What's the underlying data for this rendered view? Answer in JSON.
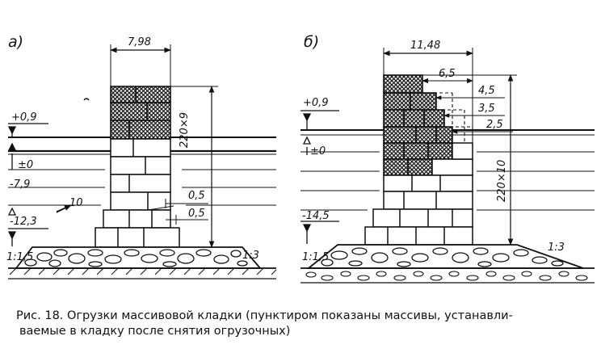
{
  "diagram_a": {
    "label": "а)",
    "width_top": "7,98",
    "height": "220×9",
    "offset_1": "0,5",
    "offset_2": "0,5",
    "level_top": "+0,9",
    "level_zero": "±0",
    "level_mid": "-7,9",
    "level_step": "10",
    "level_bottom": "-12,3",
    "slope_left": "1:1,5",
    "slope_right": "1:3"
  },
  "diagram_b": {
    "label": "б)",
    "width_top": "11,48",
    "width_inner": "6,5",
    "step_1": "4,5",
    "step_2": "3,5",
    "step_3": "2,5",
    "height": "220×10",
    "level_top": "+0,9",
    "level_zero": "±0",
    "level_bottom": "-14,5",
    "slope_left": "1:1,5",
    "slope_right": "1:3"
  },
  "caption": {
    "line1": "Рис. 18. Огрузки массивовой кладки (пунктиром показаны массивы, устанавли-",
    "line2": "ваемые в кладку после снятия огрузочных)"
  },
  "colors": {
    "ink": "#111111",
    "paper": "#ffffff",
    "hatch": "#1a1a1a"
  }
}
